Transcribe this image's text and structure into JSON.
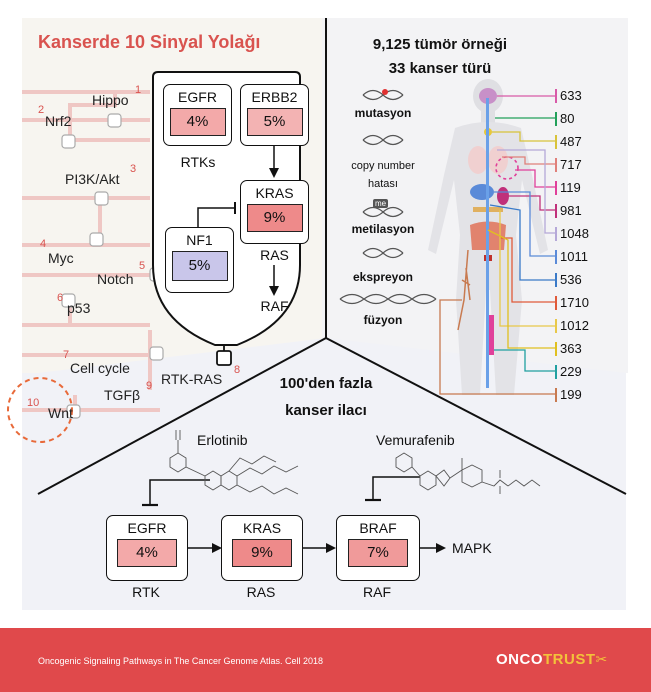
{
  "left_panel": {
    "title": "Kanserde 10 Sinyal Yolağı",
    "pathways": [
      {
        "num": "1",
        "label": "Hippo"
      },
      {
        "num": "2",
        "label": "Nrf2"
      },
      {
        "num": "3",
        "label": "PI3K/Akt"
      },
      {
        "num": "4",
        "label": "Myc"
      },
      {
        "num": "5",
        "label": "Notch"
      },
      {
        "num": "6",
        "label": "p53"
      },
      {
        "num": "7",
        "label": "Cell cycle"
      },
      {
        "num": "8",
        "label": "RTK-RAS"
      },
      {
        "num": "9",
        "label": "TGFβ"
      },
      {
        "num": "10",
        "label": "Wnt"
      }
    ],
    "zoom": {
      "egfr": {
        "name": "EGFR",
        "pct": "4%"
      },
      "erbb2": {
        "name": "ERBB2",
        "pct": "5%"
      },
      "rtks_label": "RTKs",
      "kras": {
        "name": "KRAS",
        "pct": "9%"
      },
      "nf1": {
        "name": "NF1",
        "pct": "5%"
      },
      "ras_label": "RAS",
      "raf_label": "RAF"
    }
  },
  "right_panel": {
    "title_line1": "9,125 tümör örneği",
    "title_line2": "33 kanser türü",
    "legend": [
      {
        "label": "mutasyon"
      },
      {
        "label": "copy number",
        "label2": "hatası"
      },
      {
        "label": "metilasyon",
        "tag": "me"
      },
      {
        "label": "ekspreyon"
      },
      {
        "label": "füzyon"
      }
    ],
    "counts": [
      "633",
      "80",
      "487",
      "717",
      "119",
      "981",
      "1048",
      "1011",
      "536",
      "1710",
      "1012",
      "363",
      "229",
      "199"
    ],
    "count_colors": [
      "#d85aa8",
      "#22a05a",
      "#d8c33a",
      "#e0807a",
      "#e0409a",
      "#c0307a",
      "#b5a8d8",
      "#5a8ad8",
      "#3a7ac8",
      "#e05a3a",
      "#e8c84a",
      "#e0c020",
      "#20a0a0",
      "#c87a50"
    ]
  },
  "bottom_panel": {
    "title_line1": "100'den fazla",
    "title_line2": "kanser ilacı",
    "drug1": "Erlotinib",
    "drug2": "Vemurafenib",
    "egfr": {
      "name": "EGFR",
      "pct": "4%",
      "sub": "RTK"
    },
    "kras": {
      "name": "KRAS",
      "pct": "9%",
      "sub": "RAS"
    },
    "braf": {
      "name": "BRAF",
      "pct": "7%",
      "sub": "RAF"
    },
    "mapk": "MAPK"
  },
  "footer": {
    "citation": "Oncogenic Signaling Pathways in The Cancer Genome Atlas. Cell 2018",
    "logo_part1": "ONCO",
    "logo_part2": "TRUST"
  },
  "colors": {
    "accent_red": "#d9534f",
    "pink_fill": "#f3a9a9",
    "lavender_fill": "#c9c6ea",
    "footer_red": "#e0494b"
  }
}
